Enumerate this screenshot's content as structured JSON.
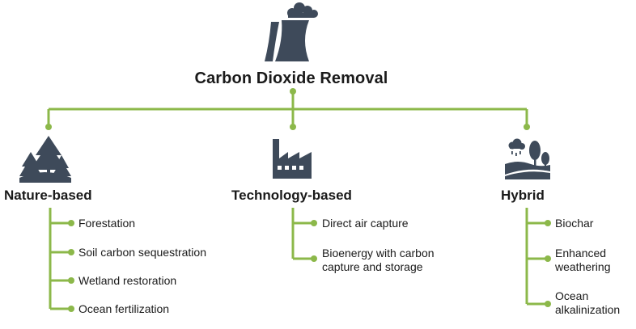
{
  "diagram": {
    "title": "Carbon Dioxide Removal",
    "line_color": "#8cb84a",
    "icon_color": "#3e4a5a",
    "icons": {
      "root": "power-plant-icon",
      "nature": "trees-icon",
      "technology": "factory-icon",
      "hybrid": "landscape-icon"
    },
    "categories": [
      {
        "name": "Nature-based",
        "items": [
          "Forestation",
          "Soil carbon sequestration",
          "Wetland restoration",
          "Ocean fertilization"
        ]
      },
      {
        "name": "Technology-based",
        "items": [
          "Direct air capture",
          [
            "Bioenergy with carbon",
            "capture and storage"
          ]
        ]
      },
      {
        "name": "Hybrid",
        "items": [
          "Biochar",
          [
            "Enhanced",
            "weathering"
          ],
          [
            "Ocean",
            "alkalinization"
          ]
        ]
      }
    ]
  }
}
